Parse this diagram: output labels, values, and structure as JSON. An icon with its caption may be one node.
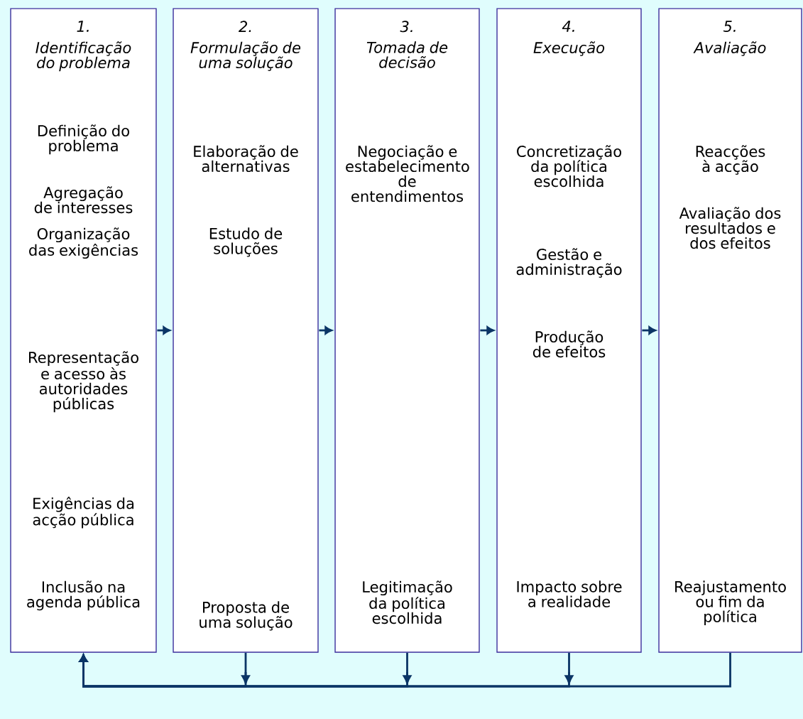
{
  "diagram": {
    "nodes": [
      {
        "text": [
          "1.",
          "Identificação do problema",
          "Definição do problema",
          "Agregação de interesses",
          "Organização das exigências",
          "Representação e acesso às autoridades públicas",
          "Exigências da acção pública",
          "Inclusão na agenda pública"
        ]
      },
      {
        "text": [
          "2.",
          "Formulação de uma solução",
          "Elaboração de alternativas",
          "Estudo de soluções",
          "Proposta de uma solução"
        ]
      },
      {
        "text": [
          "3.",
          "Tomada de decisão",
          "Negociação e estabelecimento de entendimentos",
          "Legitimação da política escolhida"
        ]
      },
      {
        "text": [
          "4.",
          "Execução",
          "Concretização da política escolhida",
          "Gestão e administração",
          "Produção de efeitos",
          "Impacto sobre a realidade"
        ]
      },
      {
        "text": [
          "5.",
          "Avaliação",
          "Reacções à acção",
          "Avaliação dos resultados e dos efeitos",
          "Reajustamento ou fim da política"
        ]
      }
    ],
    "edges": [
      {
        "from": 0,
        "to": 1,
        "arrow": "to"
      },
      {
        "from": 1,
        "to": 2,
        "arrow": "to"
      },
      {
        "from": 2,
        "to": 3,
        "arrow": "to"
      },
      {
        "from": 3,
        "to": 4,
        "arrow": "to"
      },
      {
        "from": 1,
        "to": 0,
        "arrow": "to"
      },
      {
        "from": 2,
        "to": 0,
        "arrow": "to"
      },
      {
        "from": 3,
        "to": 0,
        "arrow": "to"
      },
      {
        "from": 4,
        "to": 0,
        "arrow": "to"
      }
    ]
  }
}
